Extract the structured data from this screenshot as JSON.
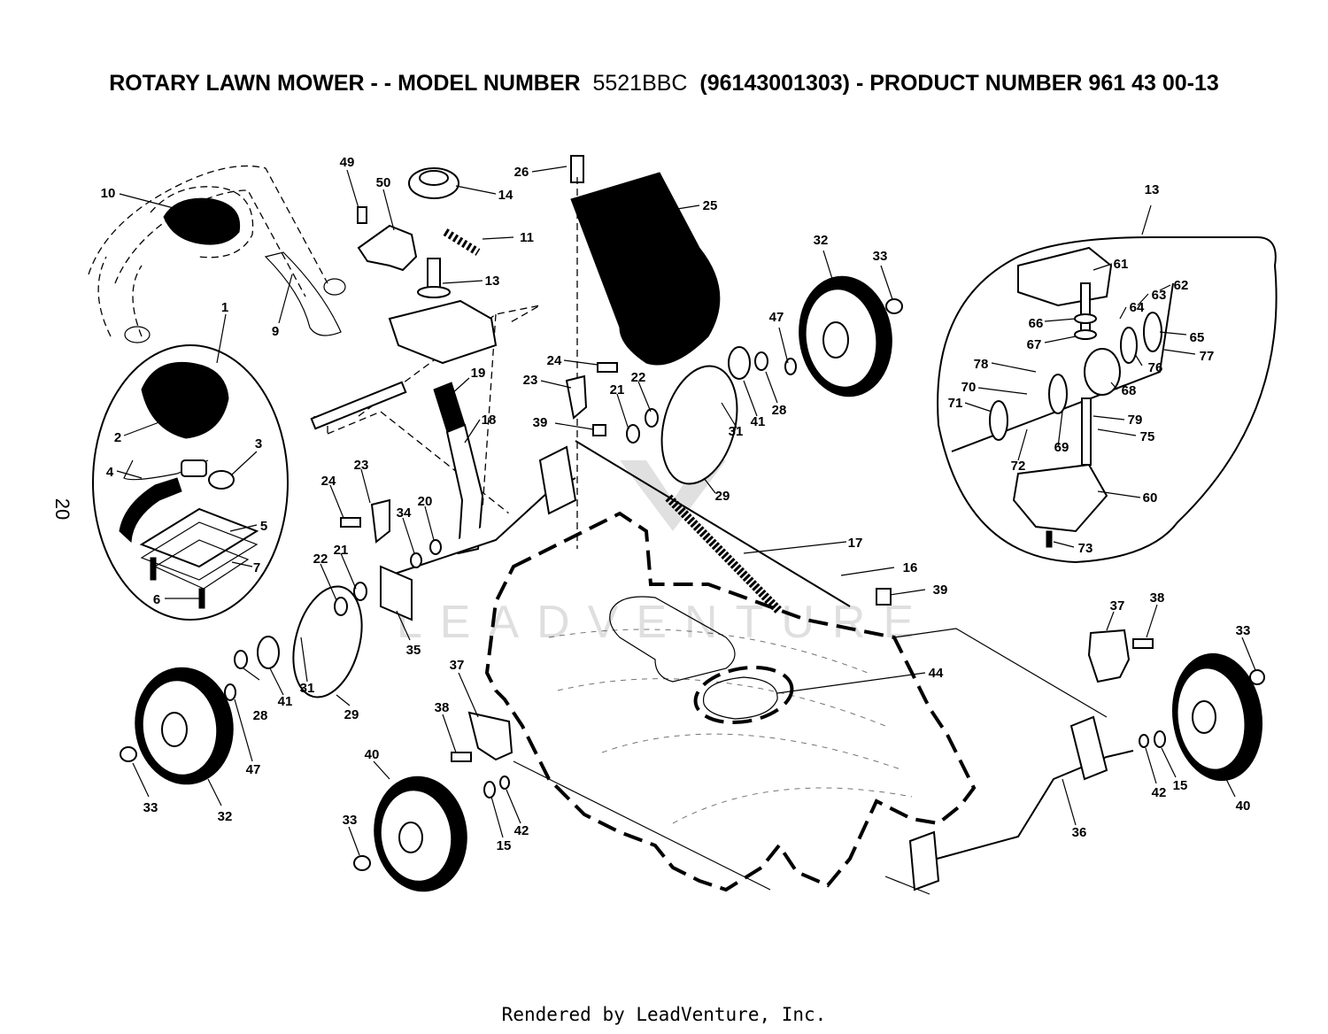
{
  "title": {
    "prefix": "ROTARY LAWN MOWER - - MODEL NUMBER",
    "model": "5521BBC",
    "suffix": "(96143001303) - PRODUCT NUMBER 961 43 00-13"
  },
  "page_number": "20",
  "watermark": "LEADVENTURE",
  "footer": "Rendered by LeadVenture, Inc.",
  "callouts": [
    "10",
    "9",
    "1",
    "2",
    "3",
    "4",
    "5",
    "7",
    "6",
    "49",
    "50",
    "14",
    "11",
    "13",
    "26",
    "25",
    "24",
    "23",
    "19",
    "18",
    "21",
    "22",
    "39",
    "34",
    "20",
    "35",
    "41",
    "31",
    "29",
    "28",
    "47",
    "32",
    "33",
    "17",
    "16",
    "44",
    "37",
    "38",
    "40",
    "15",
    "42",
    "36",
    "61",
    "62",
    "63",
    "64",
    "65",
    "66",
    "67",
    "77",
    "76",
    "78",
    "70",
    "71",
    "68",
    "79",
    "75",
    "72",
    "69",
    "60",
    "73"
  ]
}
